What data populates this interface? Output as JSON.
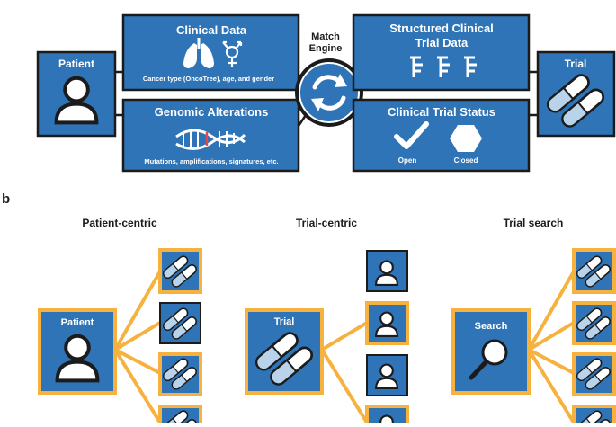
{
  "panel_a": {
    "patient_label": "Patient",
    "clinical_data": {
      "title": "Clinical Data",
      "caption": "Cancer type (OncoTree), age, and gender"
    },
    "genomic_alterations": {
      "title": "Genomic Alterations",
      "caption": "Mutations, amplifications, signatures, etc."
    },
    "match_engine_label": [
      "Match",
      "Engine"
    ],
    "structured_trial_data": {
      "title": [
        "Structured Clinical",
        "Trial Data"
      ]
    },
    "trial_status": {
      "title": "Clinical Trial Status",
      "open_label": "Open",
      "closed_label": "Closed"
    },
    "trial_label": "Trial"
  },
  "panel_b": {
    "label": "b",
    "patient_centric": {
      "heading": "Patient-centric",
      "node_label": "Patient"
    },
    "trial_centric": {
      "heading": "Trial-centric",
      "node_label": "Trial"
    },
    "trial_search": {
      "heading": "Trial search",
      "node_label": "Search"
    }
  },
  "colors": {
    "blue": "#2e74b7",
    "orange": "#f6b13f",
    "dark": "#1b1b1b",
    "pill_light": "#b9d3ea"
  }
}
